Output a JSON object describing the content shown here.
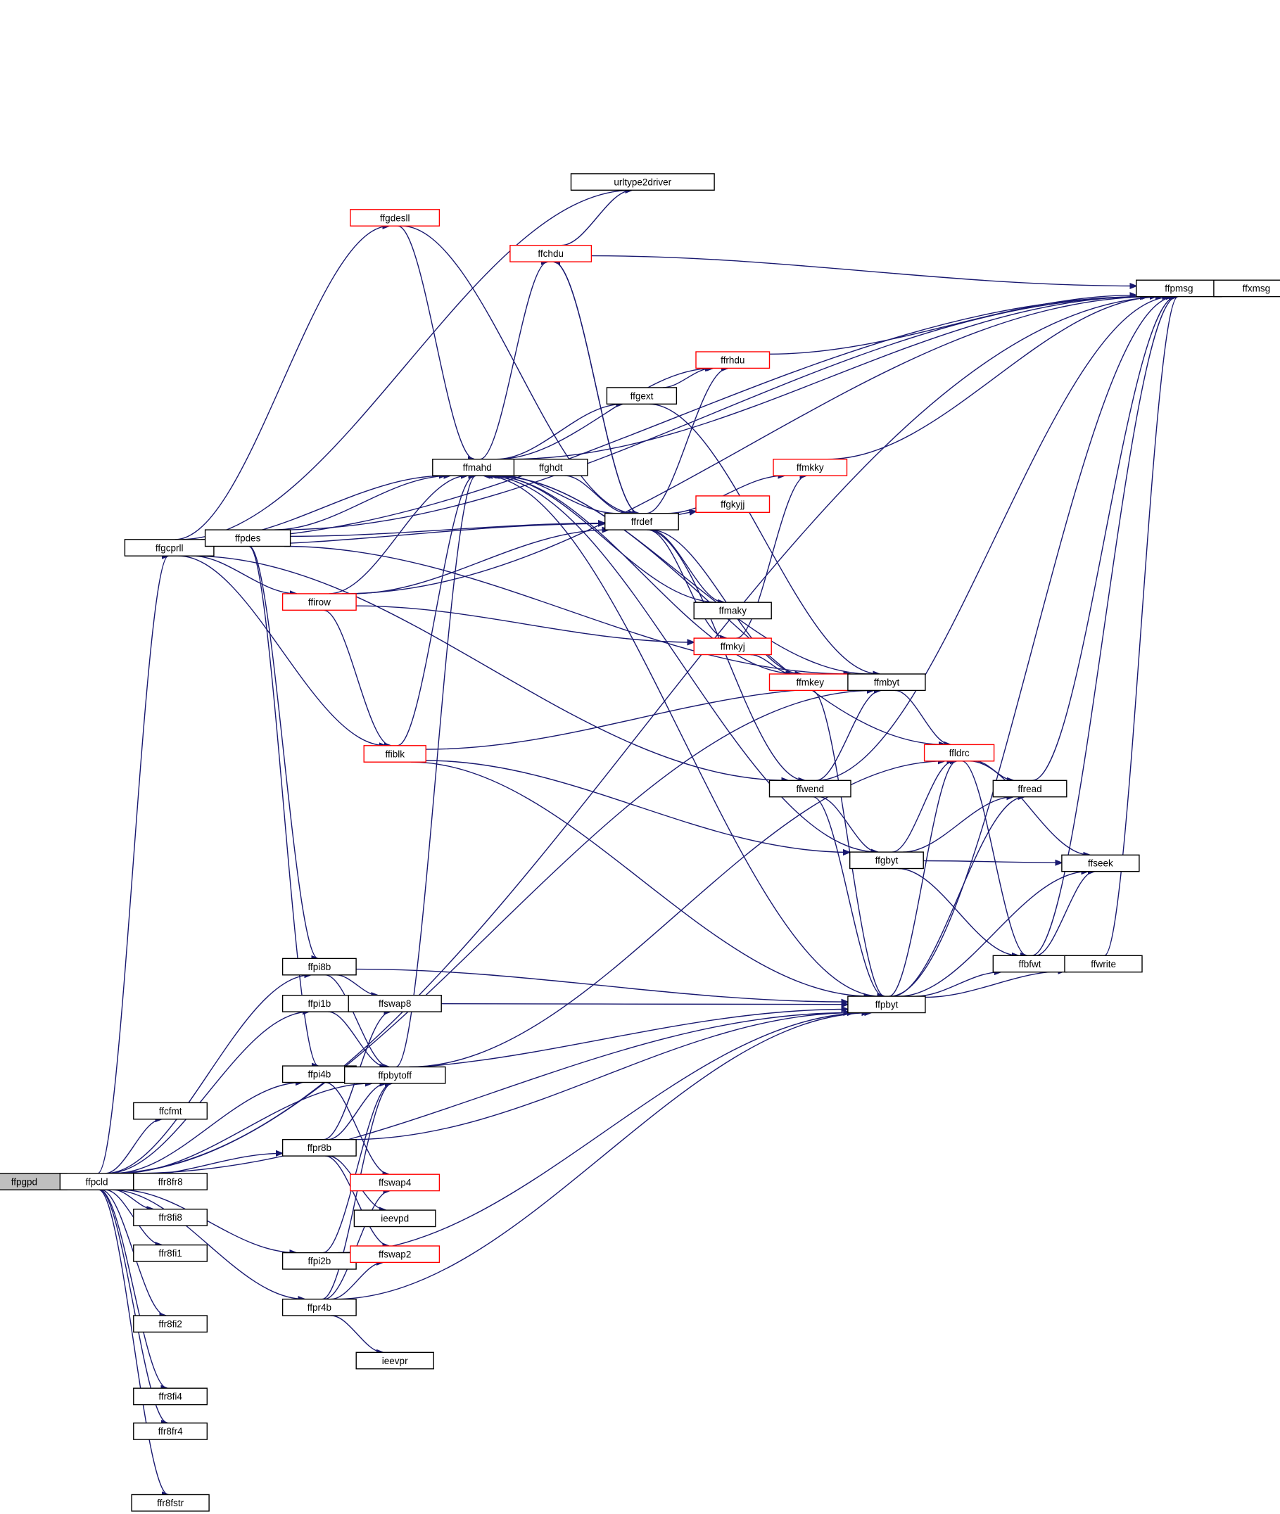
{
  "diagram": {
    "type": "call-graph",
    "colors": {
      "edge": "#191970",
      "node_border": "#000000",
      "truncated_node_border": "#ff0000",
      "root_fill": "#bfbfbf",
      "node_fill": "#ffffff"
    },
    "nodes": [
      {
        "id": "ffpgpd",
        "label": "ffpgpd",
        "style": "root"
      },
      {
        "id": "ffpcld",
        "label": "ffpcld",
        "style": "normal"
      },
      {
        "id": "ffgcprll",
        "label": "ffgcprll",
        "style": "normal"
      },
      {
        "id": "ffpdes",
        "label": "ffpdes",
        "style": "normal"
      },
      {
        "id": "ffirow",
        "label": "ffirow",
        "style": "truncated"
      },
      {
        "id": "ffiblk",
        "label": "ffiblk",
        "style": "truncated"
      },
      {
        "id": "ffgdesll",
        "label": "ffgdesll",
        "style": "truncated"
      },
      {
        "id": "urltype2driver",
        "label": "urltype2driver",
        "style": "normal"
      },
      {
        "id": "ffchdu",
        "label": "ffchdu",
        "style": "truncated"
      },
      {
        "id": "ffmahd",
        "label": "ffmahd",
        "style": "normal"
      },
      {
        "id": "ffghdt",
        "label": "ffghdt",
        "style": "normal"
      },
      {
        "id": "ffgext",
        "label": "ffgext",
        "style": "normal"
      },
      {
        "id": "ffrhdu",
        "label": "ffrhdu",
        "style": "truncated"
      },
      {
        "id": "ffrdef",
        "label": "ffrdef",
        "style": "normal"
      },
      {
        "id": "ffmkky",
        "label": "ffmkky",
        "style": "truncated"
      },
      {
        "id": "ffgkyjj",
        "label": "ffgkyjj",
        "style": "truncated"
      },
      {
        "id": "ffmaky",
        "label": "ffmaky",
        "style": "normal"
      },
      {
        "id": "ffmkyj",
        "label": "ffmkyj",
        "style": "truncated"
      },
      {
        "id": "ffmkey",
        "label": "ffmkey",
        "style": "truncated"
      },
      {
        "id": "ffmbyt",
        "label": "ffmbyt",
        "style": "normal"
      },
      {
        "id": "ffldrc",
        "label": "ffldrc",
        "style": "truncated"
      },
      {
        "id": "ffread",
        "label": "ffread",
        "style": "normal"
      },
      {
        "id": "ffwend",
        "label": "ffwend",
        "style": "normal"
      },
      {
        "id": "ffgbyt",
        "label": "ffgbyt",
        "style": "normal"
      },
      {
        "id": "ffseek",
        "label": "ffseek",
        "style": "normal"
      },
      {
        "id": "ffbfwt",
        "label": "ffbfwt",
        "style": "normal"
      },
      {
        "id": "ffwrite",
        "label": "ffwrite",
        "style": "normal"
      },
      {
        "id": "ffpbyt",
        "label": "ffpbyt",
        "style": "normal"
      },
      {
        "id": "ffpmsg",
        "label": "ffpmsg",
        "style": "normal"
      },
      {
        "id": "ffxmsg",
        "label": "ffxmsg",
        "style": "normal"
      },
      {
        "id": "ffpi8b",
        "label": "ffpi8b",
        "style": "normal"
      },
      {
        "id": "ffpi1b",
        "label": "ffpi1b",
        "style": "normal"
      },
      {
        "id": "ffpi4b",
        "label": "ffpi4b",
        "style": "normal"
      },
      {
        "id": "ffpr8b",
        "label": "ffpr8b",
        "style": "normal"
      },
      {
        "id": "ffpi2b",
        "label": "ffpi2b",
        "style": "normal"
      },
      {
        "id": "ffpr4b",
        "label": "ffpr4b",
        "style": "normal"
      },
      {
        "id": "ffswap8",
        "label": "ffswap8",
        "style": "normal"
      },
      {
        "id": "ffpbytoff",
        "label": "ffpbytoff",
        "style": "normal"
      },
      {
        "id": "ffswap4",
        "label": "ffswap4",
        "style": "truncated"
      },
      {
        "id": "ieevpd",
        "label": "ieevpd",
        "style": "normal"
      },
      {
        "id": "ffswap2",
        "label": "ffswap2",
        "style": "truncated"
      },
      {
        "id": "ieevpr",
        "label": "ieevpr",
        "style": "normal"
      },
      {
        "id": "ffcfmt",
        "label": "ffcfmt",
        "style": "normal"
      },
      {
        "id": "ffr8fr8",
        "label": "ffr8fr8",
        "style": "normal"
      },
      {
        "id": "ffr8fi8",
        "label": "ffr8fi8",
        "style": "normal"
      },
      {
        "id": "ffr8fi1",
        "label": "ffr8fi1",
        "style": "normal"
      },
      {
        "id": "ffr8fi2",
        "label": "ffr8fi2",
        "style": "normal"
      },
      {
        "id": "ffr8fi4",
        "label": "ffr8fi4",
        "style": "normal"
      },
      {
        "id": "ffr8fr4",
        "label": "ffr8fr4",
        "style": "normal"
      },
      {
        "id": "ffr8fstr",
        "label": "ffr8fstr",
        "style": "normal"
      }
    ],
    "edges": [
      [
        "ffpgpd",
        "ffpcld"
      ],
      [
        "ffpcld",
        "ffgcprll"
      ],
      [
        "ffpcld",
        "ffpmsg"
      ],
      [
        "ffpcld",
        "ffmbyt"
      ],
      [
        "ffpcld",
        "ffpi8b"
      ],
      [
        "ffpcld",
        "ffpi1b"
      ],
      [
        "ffpcld",
        "ffpbytoff"
      ],
      [
        "ffpcld",
        "ffpi4b"
      ],
      [
        "ffpcld",
        "ffcfmt"
      ],
      [
        "ffpcld",
        "ffpr8b"
      ],
      [
        "ffpcld",
        "ffr8fr8"
      ],
      [
        "ffpcld",
        "ffr8fi8"
      ],
      [
        "ffpcld",
        "ffr8fi1"
      ],
      [
        "ffpcld",
        "ffpi2b"
      ],
      [
        "ffpcld",
        "ffr8fi2"
      ],
      [
        "ffpcld",
        "ffpr4b"
      ],
      [
        "ffpcld",
        "ffr8fi4"
      ],
      [
        "ffpcld",
        "ffr8fr4"
      ],
      [
        "ffpcld",
        "ffpbyt"
      ],
      [
        "ffpcld",
        "ffr8fstr"
      ],
      [
        "ffgcprll",
        "ffpmsg"
      ],
      [
        "ffgcprll",
        "urltype2driver"
      ],
      [
        "ffgcprll",
        "ffgdesll"
      ],
      [
        "ffgcprll",
        "ffmahd"
      ],
      [
        "ffgcprll",
        "ffpdes"
      ],
      [
        "ffgcprll",
        "ffirow"
      ],
      [
        "ffgcprll",
        "ffrdef"
      ],
      [
        "ffgcprll",
        "ffiblk"
      ],
      [
        "ffgcprll",
        "ffwend"
      ],
      [
        "ffpdes",
        "ffpmsg"
      ],
      [
        "ffpdes",
        "ffmahd"
      ],
      [
        "ffpdes",
        "ffrdef"
      ],
      [
        "ffpdes",
        "ffmbyt"
      ],
      [
        "ffpdes",
        "ffpi8b"
      ],
      [
        "ffpdes",
        "ffpi4b"
      ],
      [
        "ffirow",
        "ffpmsg"
      ],
      [
        "ffirow",
        "ffmahd"
      ],
      [
        "ffirow",
        "ffrdef"
      ],
      [
        "ffirow",
        "ffmkyj"
      ],
      [
        "ffirow",
        "ffiblk"
      ],
      [
        "ffiblk",
        "ffmahd"
      ],
      [
        "ffiblk",
        "ffmbyt"
      ],
      [
        "ffiblk",
        "ffgbyt"
      ],
      [
        "ffiblk",
        "ffpbyt"
      ],
      [
        "ffgdesll",
        "ffmahd"
      ],
      [
        "ffgdesll",
        "ffrdef"
      ],
      [
        "ffchdu",
        "urltype2driver"
      ],
      [
        "ffchdu",
        "ffpmsg"
      ],
      [
        "ffchdu",
        "ffrdef"
      ],
      [
        "ffmahd",
        "ffpmsg"
      ],
      [
        "ffmahd",
        "ffchdu"
      ],
      [
        "ffmahd",
        "ffrhdu"
      ],
      [
        "ffmahd",
        "ffgext"
      ],
      [
        "ffmahd",
        "ffldrc"
      ],
      [
        "ffghdt",
        "ffmahd"
      ],
      [
        "ffghdt",
        "ffrdef"
      ],
      [
        "ffgext",
        "ffrhdu"
      ],
      [
        "ffgext",
        "ffmbyt"
      ],
      [
        "ffrhdu",
        "ffpmsg"
      ],
      [
        "ffrdef",
        "ffmahd"
      ],
      [
        "ffrdef",
        "ffchdu"
      ],
      [
        "ffrdef",
        "ffrhdu"
      ],
      [
        "ffrdef",
        "ffmkky"
      ],
      [
        "ffrdef",
        "ffgkyjj"
      ],
      [
        "ffrdef",
        "ffmaky"
      ],
      [
        "ffrdef",
        "ffmkyj"
      ],
      [
        "ffrdef",
        "ffmkey"
      ],
      [
        "ffrdef",
        "ffwend"
      ],
      [
        "ffmkky",
        "ffpmsg"
      ],
      [
        "ffmaky",
        "ffmahd"
      ],
      [
        "ffmkyj",
        "ffmkky"
      ],
      [
        "ffmkyj",
        "ffmkey"
      ],
      [
        "ffmkey",
        "ffmahd"
      ],
      [
        "ffmkey",
        "ffmbyt"
      ],
      [
        "ffmkey",
        "ffpbyt"
      ],
      [
        "ffmbyt",
        "ffmahd"
      ],
      [
        "ffmbyt",
        "ffldrc"
      ],
      [
        "ffldrc",
        "ffread"
      ],
      [
        "ffldrc",
        "ffseek"
      ],
      [
        "ffldrc",
        "ffbfwt"
      ],
      [
        "ffread",
        "ffpmsg"
      ],
      [
        "ffwend",
        "ffpmsg"
      ],
      [
        "ffwend",
        "ffmbyt"
      ],
      [
        "ffwend",
        "ffgbyt"
      ],
      [
        "ffwend",
        "ffpbyt"
      ],
      [
        "ffgbyt",
        "ffmahd"
      ],
      [
        "ffgbyt",
        "ffldrc"
      ],
      [
        "ffgbyt",
        "ffread"
      ],
      [
        "ffgbyt",
        "ffseek"
      ],
      [
        "ffgbyt",
        "ffbfwt"
      ],
      [
        "ffbfwt",
        "ffpmsg"
      ],
      [
        "ffbfwt",
        "ffseek"
      ],
      [
        "ffbfwt",
        "ffwrite"
      ],
      [
        "ffwrite",
        "ffpmsg"
      ],
      [
        "ffpbyt",
        "ffmahd"
      ],
      [
        "ffpbyt",
        "ffldrc"
      ],
      [
        "ffpbyt",
        "ffpmsg"
      ],
      [
        "ffpbyt",
        "ffread"
      ],
      [
        "ffpbyt",
        "ffseek"
      ],
      [
        "ffpbyt",
        "ffbfwt"
      ],
      [
        "ffpbyt",
        "ffwrite"
      ],
      [
        "ffpmsg",
        "ffxmsg"
      ],
      [
        "ffpi8b",
        "ffswap8"
      ],
      [
        "ffpi8b",
        "ffpbytoff"
      ],
      [
        "ffpi8b",
        "ffpbyt"
      ],
      [
        "ffpi1b",
        "ffpbytoff"
      ],
      [
        "ffpi1b",
        "ffpbyt"
      ],
      [
        "ffpi4b",
        "ffpbytoff"
      ],
      [
        "ffpi4b",
        "ffswap4"
      ],
      [
        "ffpi4b",
        "ffpbyt"
      ],
      [
        "ffpr8b",
        "ffswap8"
      ],
      [
        "ffpr8b",
        "ffpbytoff"
      ],
      [
        "ffpr8b",
        "ieevpd"
      ],
      [
        "ffpr8b",
        "ffswap2"
      ],
      [
        "ffpr8b",
        "ffpbyt"
      ],
      [
        "ffpi2b",
        "ffpbytoff"
      ],
      [
        "ffpi2b",
        "ffswap2"
      ],
      [
        "ffpi2b",
        "ffpbyt"
      ],
      [
        "ffpr4b",
        "ffpbytoff"
      ],
      [
        "ffpr4b",
        "ffswap4"
      ],
      [
        "ffpr4b",
        "ffswap2"
      ],
      [
        "ffpr4b",
        "ieevpr"
      ],
      [
        "ffpr4b",
        "ffpbyt"
      ],
      [
        "ffpbytoff",
        "ffmahd"
      ],
      [
        "ffpbytoff",
        "ffldrc"
      ]
    ]
  }
}
